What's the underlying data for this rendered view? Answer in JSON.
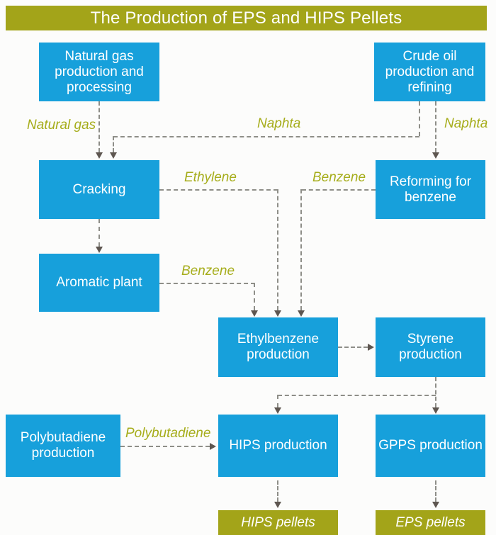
{
  "title": "The Production of EPS and HIPS Pellets",
  "colors": {
    "node_blue": "#17A0DB",
    "olive": "#A3A419",
    "label_olive": "#A6AD1B",
    "line_gray": "#8E8E88",
    "arrow_dark": "#5E5650",
    "text_white": "#FFFFFF"
  },
  "nodes": {
    "natural_gas": "Natural gas\nproduction and\nprocessing",
    "crude_oil": "Crude oil\nproduction and\nrefining",
    "cracking": "Cracking",
    "reforming": "Reforming for\nbenzene",
    "aromatic": "Aromatic plant",
    "ethylbenzene": "Ethylbenzene\nproduction",
    "styrene": "Styrene\nproduction",
    "polybutadiene": "Polybutadiene\nproduction",
    "hips": "HIPS production",
    "gpps": "GPPS production"
  },
  "outputs": {
    "hips_pellets": "HIPS pellets",
    "eps_pellets": "EPS pellets"
  },
  "flow_labels": {
    "natural_gas": "Natural gas",
    "naphta_left": "Naphta",
    "naphta_right": "Naphta",
    "ethylene": "Ethylene",
    "benzene_reforming": "Benzene",
    "benzene_aromatic": "Benzene",
    "polybutadiene": "Polybutadiene"
  }
}
